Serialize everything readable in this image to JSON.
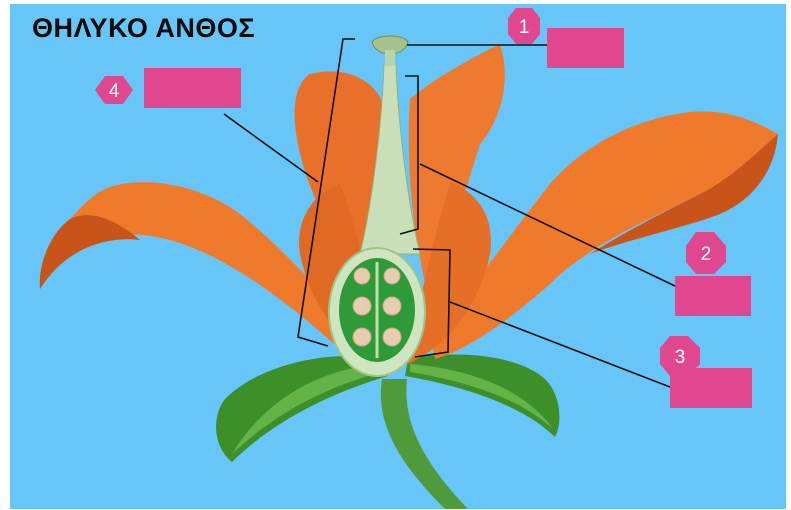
{
  "title": "ΘΗΛΥΚΟ ΑΝΘΟΣ",
  "colors": {
    "background": "#67c6f7",
    "petal": "#f07a2c",
    "petal_dark": "#c9541a",
    "leaf": "#3d8f2a",
    "pistil": "#c8dfb8",
    "ovary_inner": "#2f9a3a",
    "ovule": "#e6cdb0",
    "label_box": "#e0478f"
  },
  "labels": [
    {
      "number": "1",
      "answer": ""
    },
    {
      "number": "2",
      "answer": ""
    },
    {
      "number": "3",
      "answer": ""
    },
    {
      "number": "4",
      "answer": ""
    }
  ]
}
